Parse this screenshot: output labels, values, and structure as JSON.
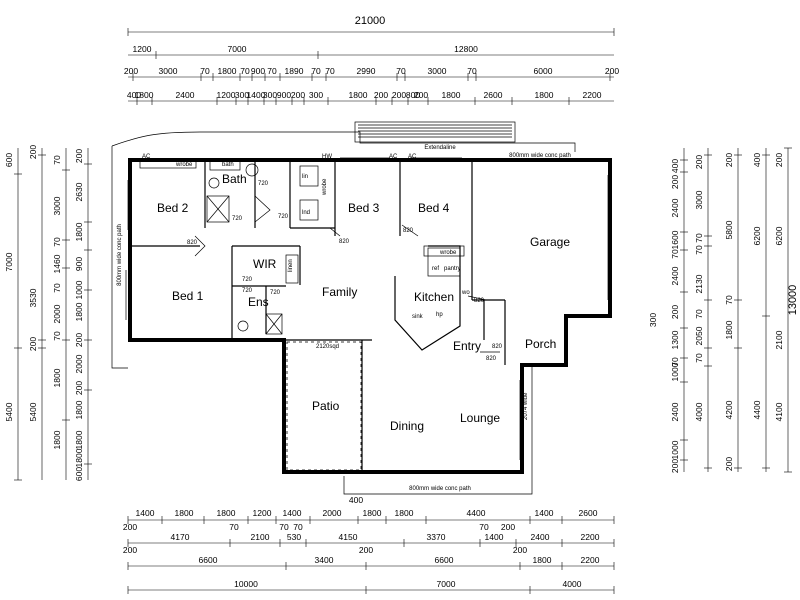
{
  "overall": {
    "width": "21000",
    "depth": "13000"
  },
  "top_dims": {
    "row1": [
      "1200",
      "7000",
      "12800"
    ],
    "row2": [
      "200",
      "3000",
      "70",
      "1800",
      "70",
      "900",
      "70",
      "1890",
      "70",
      "70",
      "2990",
      "70",
      "3000",
      "70",
      "6000",
      "200"
    ],
    "row3": [
      "400",
      "1800",
      "2400",
      "1200",
      "300",
      "1400",
      "300",
      "900",
      "200",
      "300",
      "1800",
      "200",
      "200",
      "800",
      "200",
      "1800",
      "2600",
      "1800",
      "2200"
    ]
  },
  "bottom_dims": {
    "row1": [
      "1400",
      "1800",
      "1800",
      "1200",
      "1400",
      "2000",
      "1800",
      "1800",
      "4400",
      "1400",
      "2600"
    ],
    "row2": [
      "4170",
      "70",
      "2100",
      "70",
      "70",
      "530",
      "4150",
      "3370",
      "70",
      "1400",
      "200",
      "2400",
      "2200"
    ],
    "row3": [
      "6600",
      "3400",
      "200",
      "6600",
      "200",
      "1800",
      "2200"
    ],
    "row4": [
      "10000",
      "7000",
      "4000"
    ],
    "small": [
      "400",
      "200",
      "200"
    ]
  },
  "left_dims": {
    "col1": [
      "600",
      "7000",
      "5400"
    ],
    "col2": [
      "200",
      "3530",
      "200",
      "5400"
    ],
    "col3": [
      "70",
      "3000",
      "70",
      "1460",
      "70",
      "2000",
      "70",
      "1800",
      "1800"
    ],
    "col4": [
      "200",
      "2630",
      "1800",
      "900",
      "1000",
      "1800",
      "200",
      "2000",
      "200",
      "1800",
      "1800",
      "1800",
      "600"
    ]
  },
  "right_dims": {
    "col1": [
      "400",
      "200",
      "2400",
      "1600",
      "70",
      "2400",
      "200",
      "300",
      "1300",
      "70",
      "1000",
      "2400",
      "1000",
      "200"
    ],
    "col2": [
      "200",
      "3000",
      "70",
      "70",
      "2130",
      "70",
      "2050",
      "70",
      "4000"
    ],
    "col3": [
      "200",
      "5800",
      "70",
      "1800",
      "4200",
      "200"
    ],
    "col4": [
      "400",
      "6200",
      "4400"
    ],
    "col5": [
      "200",
      "6200",
      "2100",
      "4100"
    ],
    "overall": "13000"
  },
  "rooms": {
    "bed2": "Bed 2",
    "bath": "Bath",
    "bed3": "Bed 3",
    "bed4": "Bed 4",
    "garage": "Garage",
    "wir": "WIR",
    "bed1": "Bed 1",
    "ens": "Ens",
    "family": "Family",
    "kitchen": "Kitchen",
    "entry": "Entry",
    "porch": "Porch",
    "patio": "Patio",
    "dining": "Dining",
    "lounge": "Lounge"
  },
  "labels": {
    "wrobe1": "wrobe",
    "bath_label": "bath",
    "lin": "lin",
    "wrobe2": "wrobe",
    "wrobe3": "wrobe",
    "ac1": "AC",
    "ac2": "AC",
    "ac3": "AC",
    "hw": "HW",
    "lnd": "lnd",
    "linen": "linen",
    "ref": "ref",
    "pantry": "pantry",
    "sink": "sink",
    "hp": "hp",
    "wo": "wo",
    "d720a": "720",
    "d720b": "720",
    "d720c": "720",
    "d720d": "720",
    "d720e": "720",
    "d720f": "720",
    "d820a": "820",
    "d820b": "820",
    "d820c": "820",
    "d820d": "820",
    "d820e": "820",
    "d820f": "820",
    "patio_note": "2120sqd",
    "path_top": "800mm wide conc path",
    "path_bottom": "800mm wide conc path",
    "path_left": "800mm wide conc path",
    "clothesline": "Extendaline",
    "window_note": "2074 wide"
  }
}
